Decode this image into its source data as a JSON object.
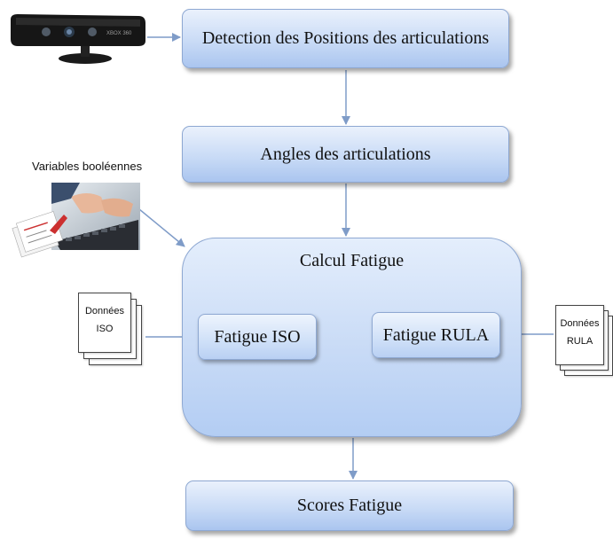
{
  "nodes": {
    "detection": "Detection des Positions des articulations",
    "angles": "Angles des articulations",
    "calcul": "Calcul Fatigue",
    "fatigue_iso": "Fatigue ISO",
    "fatigue_rula": "Fatigue RULA",
    "scores": "Scores Fatigue"
  },
  "inputs": {
    "variables_label": "Variables booléennes",
    "donnees_iso_line1": "Données",
    "donnees_iso_line2": "ISO",
    "donnees_rula_line1": "Données",
    "donnees_rula_line2": "RULA"
  },
  "device": {
    "brand_text": "XBOX 360"
  },
  "colors": {
    "arrow": "#7f9cc8",
    "box_border": "#8ea8d2"
  }
}
